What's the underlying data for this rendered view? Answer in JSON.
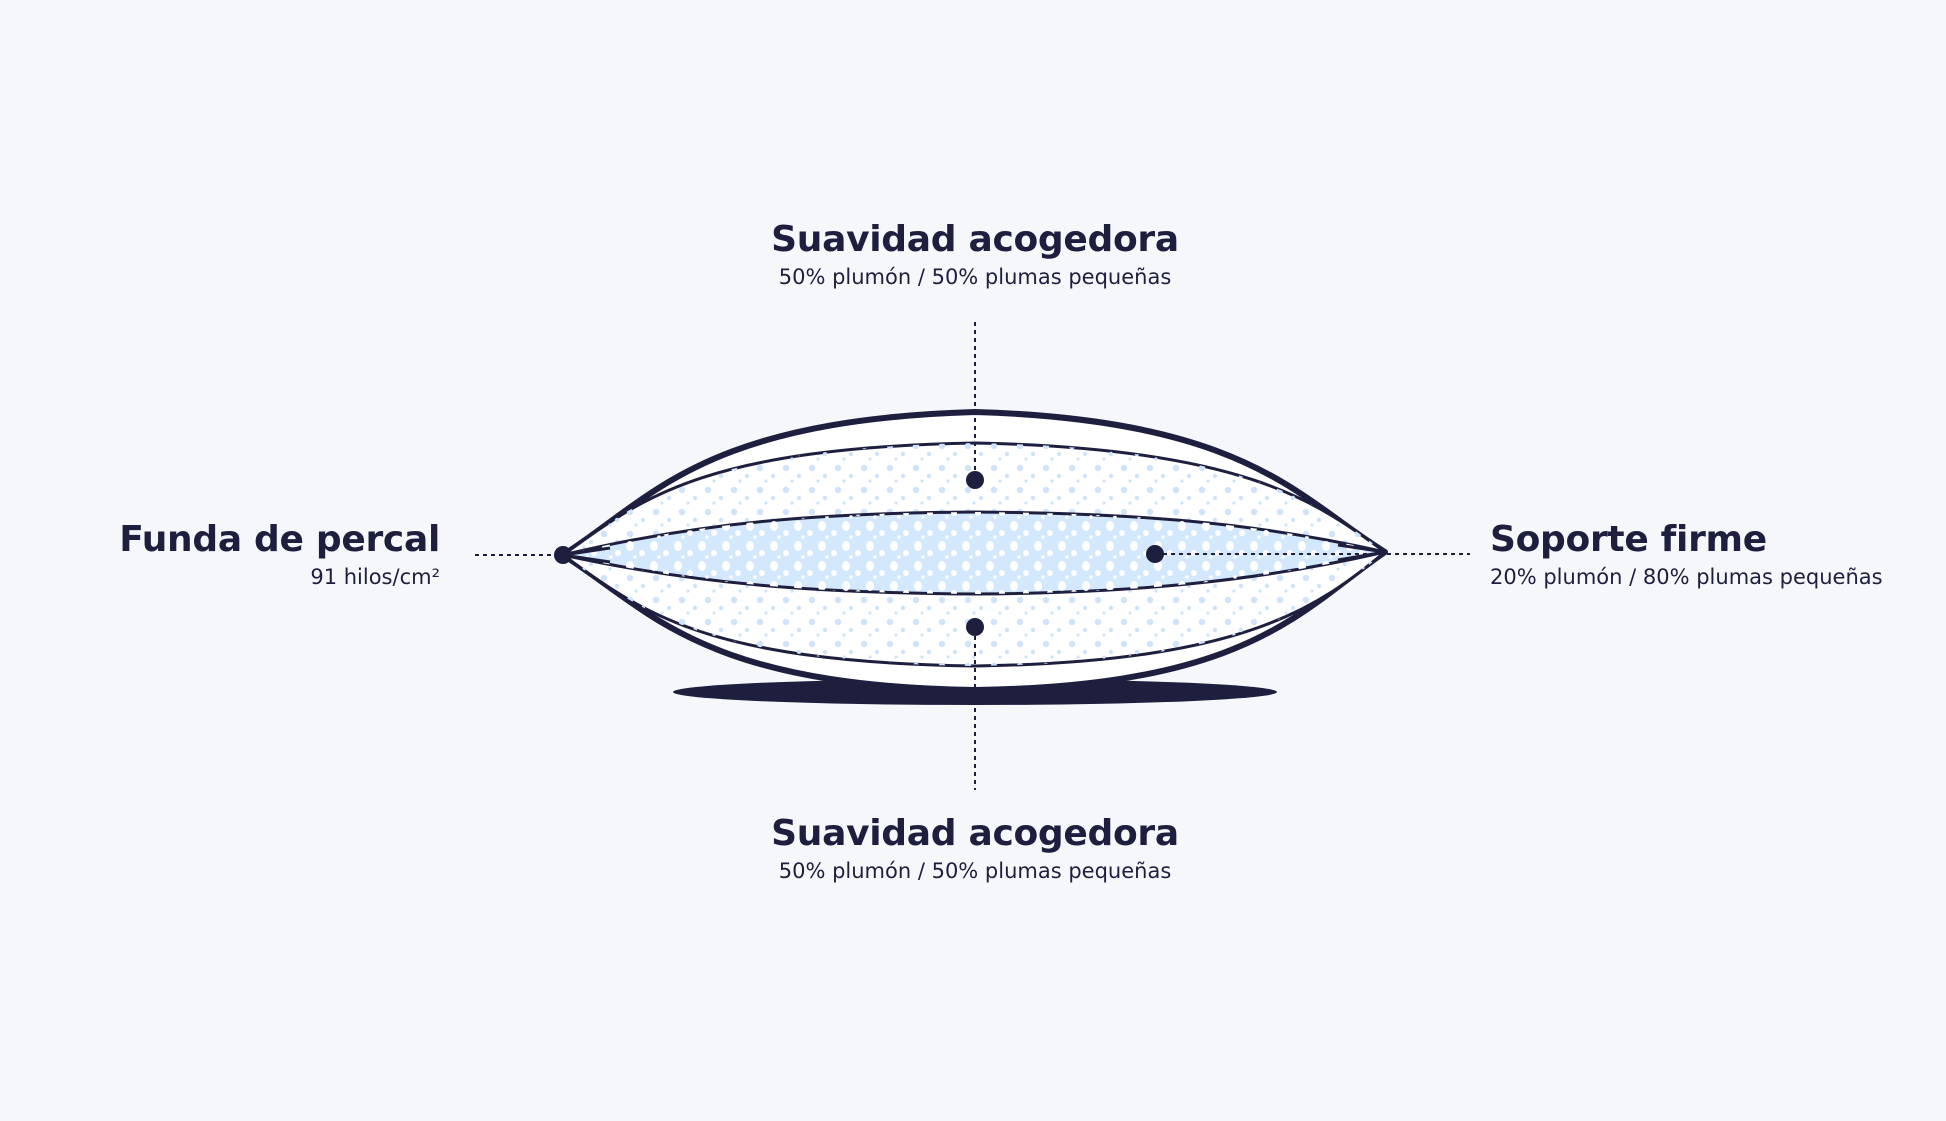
{
  "colors": {
    "background": "#f5f7fb",
    "outline": "#1e1f3f",
    "fill_white": "#ffffff",
    "fill_blue": "#d4e8fd",
    "dot_blue": "#bcdcfb"
  },
  "labels": {
    "top": {
      "title": "Suavidad acogedora",
      "subtitle": "50% plumón / 50% plumas pequeñas"
    },
    "bottom": {
      "title": "Suavidad acogedora",
      "subtitle": "50% plumón / 50% plumas pequeñas"
    },
    "left": {
      "title": "Funda de percal",
      "subtitle": "91 hilos/cm²"
    },
    "right": {
      "title": "Soporte firme",
      "subtitle": "20% plumón / 80% plumas pequeñas"
    }
  }
}
